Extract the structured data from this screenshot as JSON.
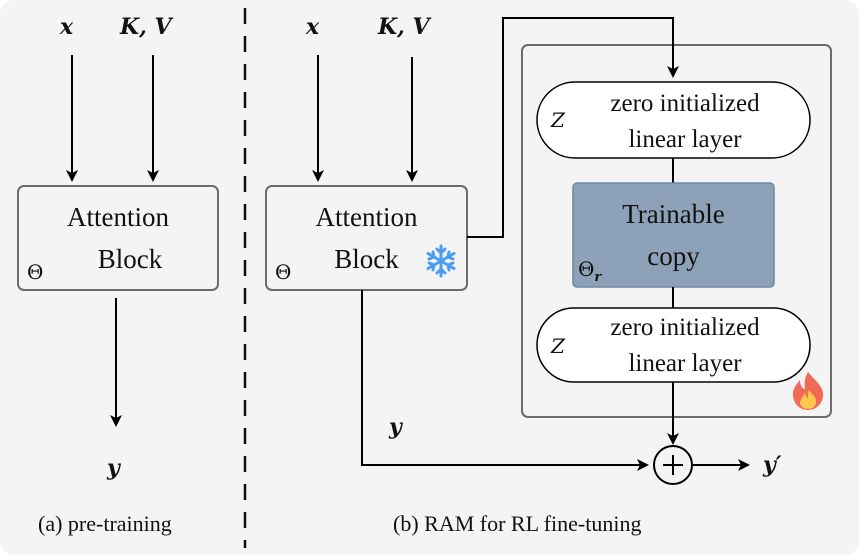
{
  "panel_a": {
    "inputs": {
      "x": "x",
      "kv": "K, V"
    },
    "block": {
      "line1": "Attention",
      "line2": "Block",
      "param": "Θ"
    },
    "output": "y",
    "caption": "(a) pre-training"
  },
  "panel_b": {
    "inputs": {
      "x": "x",
      "kv": "K, V"
    },
    "block": {
      "line1": "Attention",
      "line2": "Block",
      "param": "Θ",
      "status_icon": "snowflake-icon"
    },
    "zero_layer_top": {
      "line1": "zero initialized",
      "line2": "linear layer",
      "symbol": "Z"
    },
    "trainable": {
      "line1": "Trainable",
      "line2": "copy",
      "param": "Θ",
      "param_sub": "r"
    },
    "zero_layer_bottom": {
      "line1": "zero initialized",
      "line2": "linear layer",
      "symbol": "Z"
    },
    "branch_icon": "fire-icon",
    "skip_label": "y",
    "sum_symbol": "+",
    "output": "y′",
    "caption": "(b) RAM for RL fine-tuning"
  },
  "colors": {
    "background": "#f4f4f4",
    "trainable_fill": "#8da2b8",
    "trainable_border": "#6e87a3",
    "snowflake": "#4a9df0",
    "fire_outer": "#f06a55",
    "fire_inner": "#fbc94e",
    "box_border": "#6b6b6b"
  }
}
